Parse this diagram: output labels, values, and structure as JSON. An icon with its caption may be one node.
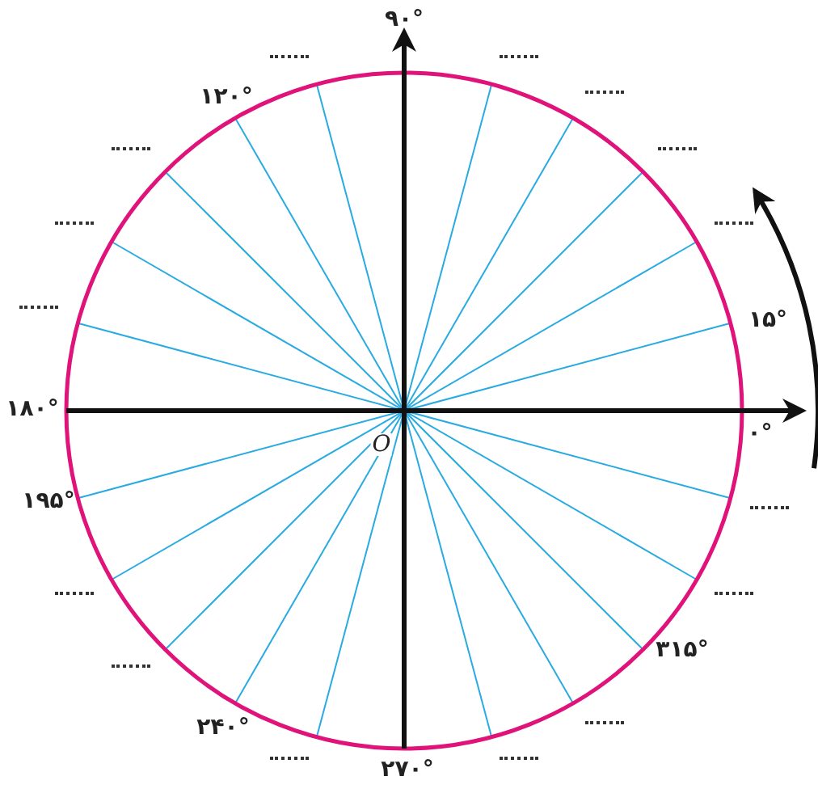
{
  "diagram": {
    "labels": [
      "۹۰°",
      "۱۲۰°",
      "۱۵°",
      "۱۸۰°",
      "۰°",
      "O",
      "۱۹۵°",
      "۳۱۵°",
      "۲۴۰°",
      "۲۷۰°"
    ]
  }
}
